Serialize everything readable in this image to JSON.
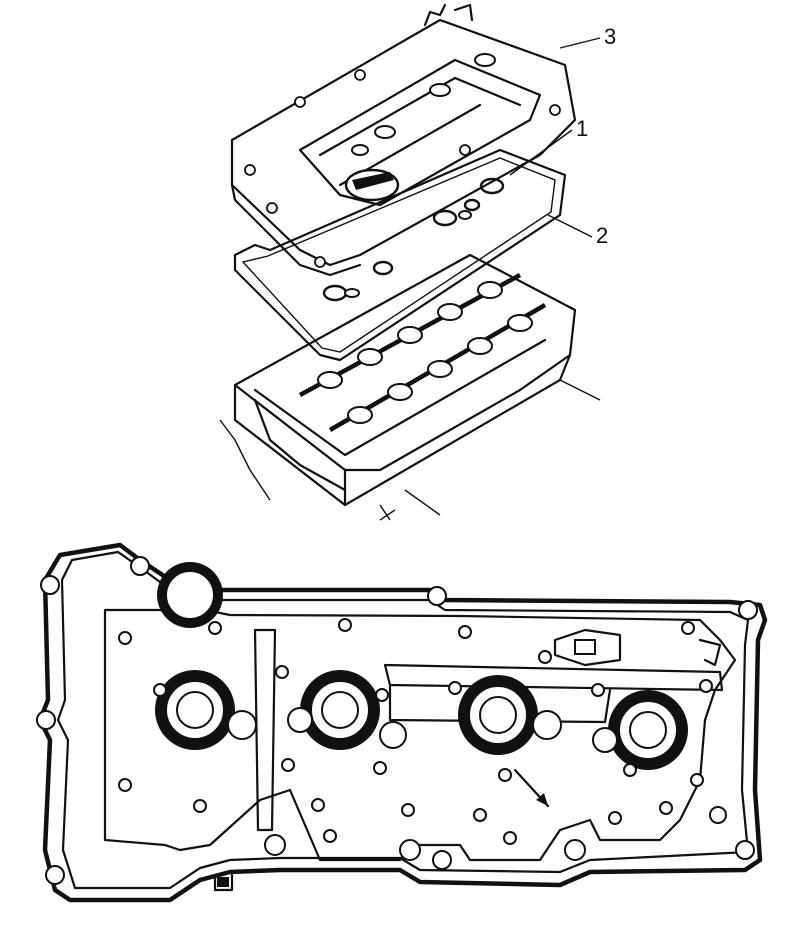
{
  "callouts": [
    {
      "id": "1",
      "label": "1"
    },
    {
      "id": "2",
      "label": "2"
    },
    {
      "id": "3",
      "label": "3"
    }
  ],
  "colors": {
    "ink": "#111111",
    "background": "#ffffff"
  }
}
